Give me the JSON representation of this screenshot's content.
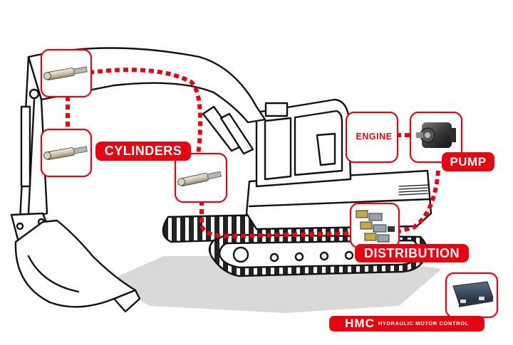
{
  "labels": {
    "cylinders": "CYLINDERS",
    "engine": "ENGINE",
    "pump": "PUMP",
    "distribution": "DISTRIBUTION",
    "hmc": "HMC",
    "hmc_full": "HYDRAULIC MOTOR CONTROL"
  },
  "colors": {
    "accent": "#e30613",
    "outline": "#111111",
    "shadow": "#d9d9d9"
  }
}
